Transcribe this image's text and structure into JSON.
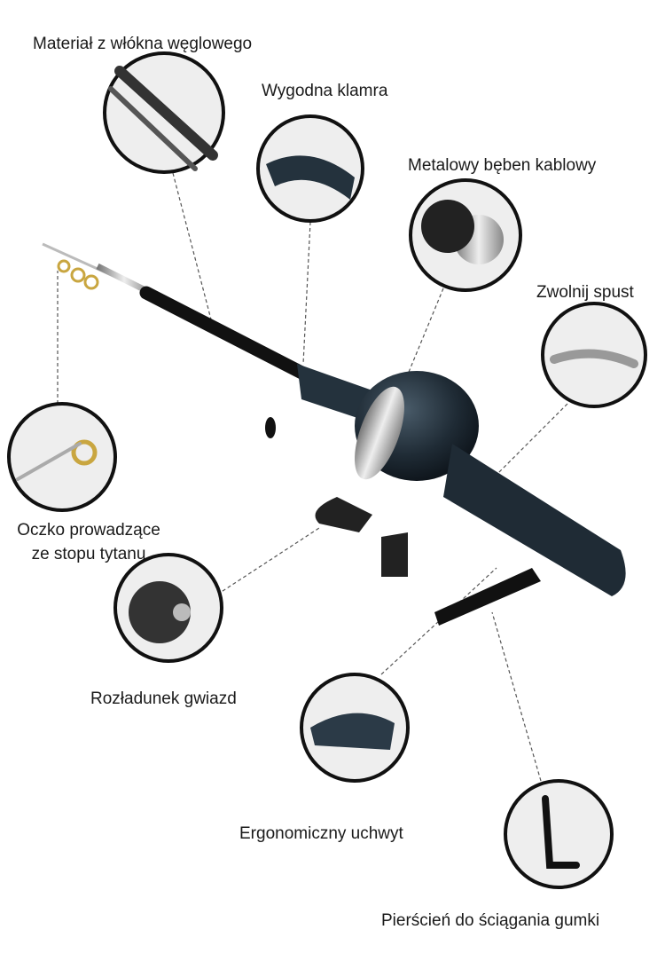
{
  "title": "Fishing rod feature diagram",
  "features": [
    {
      "id": "carbon",
      "label": "Materiał z włókna węglowego"
    },
    {
      "id": "clasp",
      "label": "Wygodna klamra"
    },
    {
      "id": "drum",
      "label": "Metalowy bęben kablowy"
    },
    {
      "id": "trigger",
      "label": "Zwolnij spust"
    },
    {
      "id": "guide",
      "label": "Oczko prowadzące",
      "label2": "ze stopu tytanu"
    },
    {
      "id": "drag",
      "label": "Rozładunek gwiazd"
    },
    {
      "id": "grip",
      "label": "Ergonomiczny uchwyt"
    },
    {
      "id": "ring",
      "label": "Pierścień do ściągania gumki"
    }
  ],
  "colors": {
    "rod_body": "#1f2b35",
    "ring": "#111111",
    "leader": "#555555"
  }
}
